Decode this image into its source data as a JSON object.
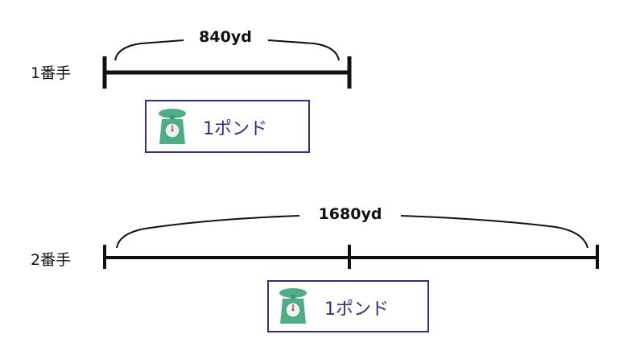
{
  "rows": [
    {
      "label": "1番手",
      "length_label": "840yd",
      "segments": 1,
      "weight_label": "1ポンド"
    },
    {
      "label": "2番手",
      "length_label": "1680yd",
      "segments": 2,
      "weight_label": "1ポンド"
    }
  ],
  "colors": {
    "line": "#111111",
    "box_border": "#2f2f86",
    "weight_text": "#2f2f86",
    "scale_green": "#4fae86",
    "scale_light": "#e7f5ee",
    "scale_needle": "#d0453a"
  },
  "icons": {
    "weight": "scale-icon"
  }
}
